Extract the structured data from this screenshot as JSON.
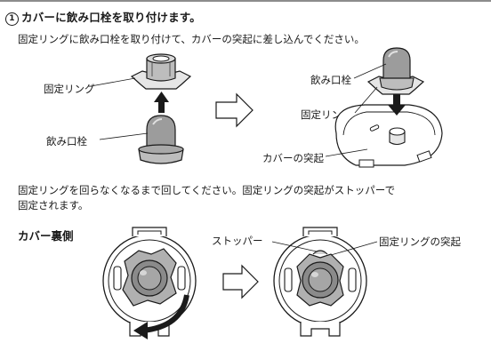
{
  "step": {
    "number": "①",
    "title": "カバーに飲み口栓を取り付けます。"
  },
  "instruction1": "固定リングに飲み口栓を取り付けて、カバーの突起に差し込んでください。",
  "figure1": {
    "left": {
      "ring_label": "固定リング",
      "plug_label": "飲み口栓"
    },
    "right": {
      "plug_label": "飲み口栓",
      "ring_label": "固定リング",
      "cover_label": "カバーの突起"
    }
  },
  "instruction2": {
    "line1": "固定リングを回らなくなるまで回してください。固定リングの突起がストッパーで",
    "line2": "固定されます。"
  },
  "figure2": {
    "subheading": "カバー裏側",
    "stopper_label": "ストッパー",
    "ring_protrusion_label": "固定リングの突起"
  },
  "colors": {
    "text": "#1a1a1a",
    "part_fill": "#c8c8c8",
    "part_dark": "#8a8a8a"
  }
}
